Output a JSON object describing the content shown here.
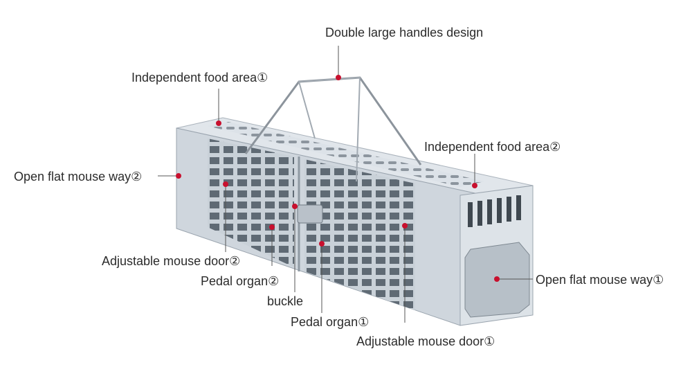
{
  "colors": {
    "background": "#ffffff",
    "label_text": "#2b2b2b",
    "leader_line": "#555555",
    "marker_dot": "#c8102e",
    "metal_face": "#d4dbe2",
    "metal_dark": "#9aa4ae",
    "handle_wire": "#8c949c"
  },
  "labels": {
    "handles": "Double large handles design",
    "food_area_1": "Independent food area①",
    "food_area_2": "Independent food area②",
    "mouse_way_2": "Open flat mouse way②",
    "mouse_way_1": "Open flat mouse way①",
    "mouse_door_2": "Adjustable mouse door②",
    "pedal_organ_2": "Pedal organ②",
    "buckle": "buckle",
    "pedal_organ_1": "Pedal organ①",
    "mouse_door_1": "Adjustable mouse door①"
  }
}
